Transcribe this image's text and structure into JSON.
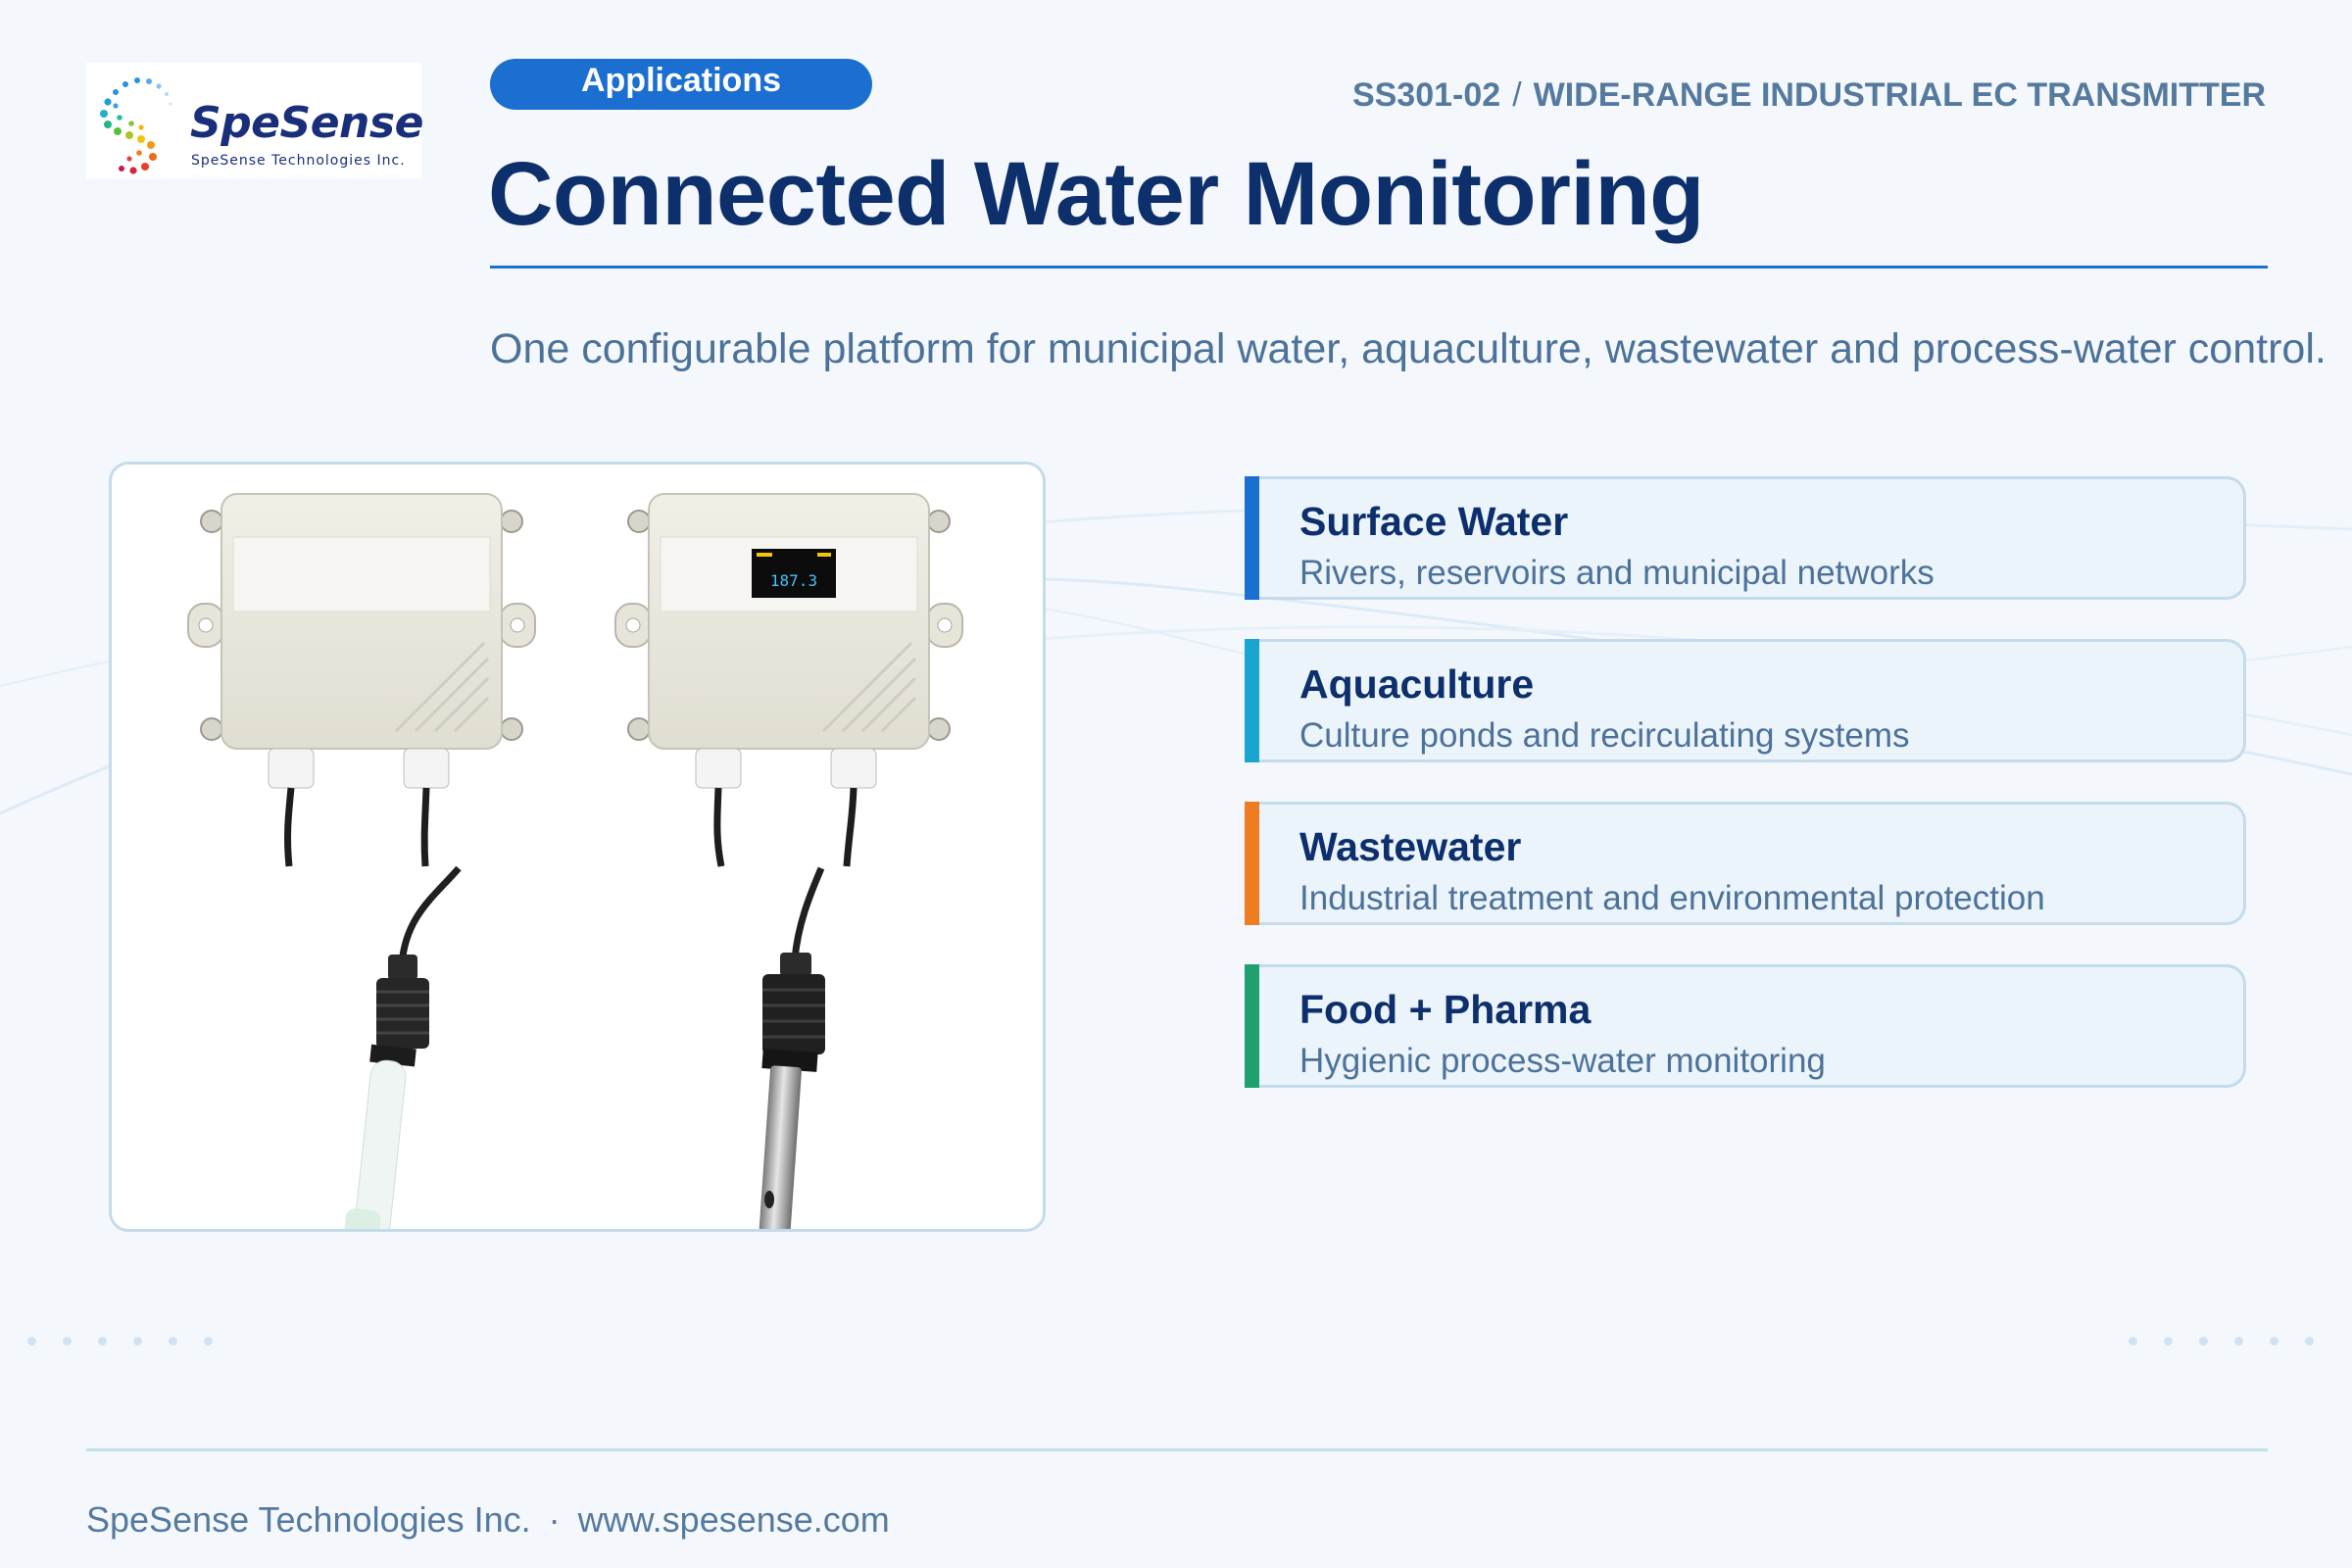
{
  "brand": {
    "name": "SpeSense",
    "tagline": "SpeSense Technologies Inc."
  },
  "header": {
    "section_pill": "Applications",
    "model": "SS301-02",
    "separator": "/",
    "product_name": "WIDE-RANGE INDUSTRIAL EC TRANSMITTER"
  },
  "page": {
    "title": "Connected Water Monitoring",
    "subtitle": "One configurable platform for municipal water, aquaculture, wastewater and process-water control."
  },
  "product_image": {
    "display_reading": "187.3"
  },
  "applications": [
    {
      "title": "Surface Water",
      "description": "Rivers, reservoirs and municipal networks",
      "accent": "#1b6fd0"
    },
    {
      "title": "Aquaculture",
      "description": "Culture ponds and recirculating systems",
      "accent": "#1aa5cf"
    },
    {
      "title": "Wastewater",
      "description": "Industrial treatment and environmental protection",
      "accent": "#ee7d22"
    },
    {
      "title": "Food + Pharma",
      "description": "Hygienic process-water monitoring",
      "accent": "#20a071"
    }
  ],
  "footer": {
    "company": "SpeSense Technologies Inc.",
    "separator": "·",
    "website": "www.spesense.com"
  },
  "colors": {
    "primary": "#1b6fd0",
    "navy": "#0d2f6c",
    "muted_text": "#4d7299",
    "card_border": "#c4dbeb"
  }
}
